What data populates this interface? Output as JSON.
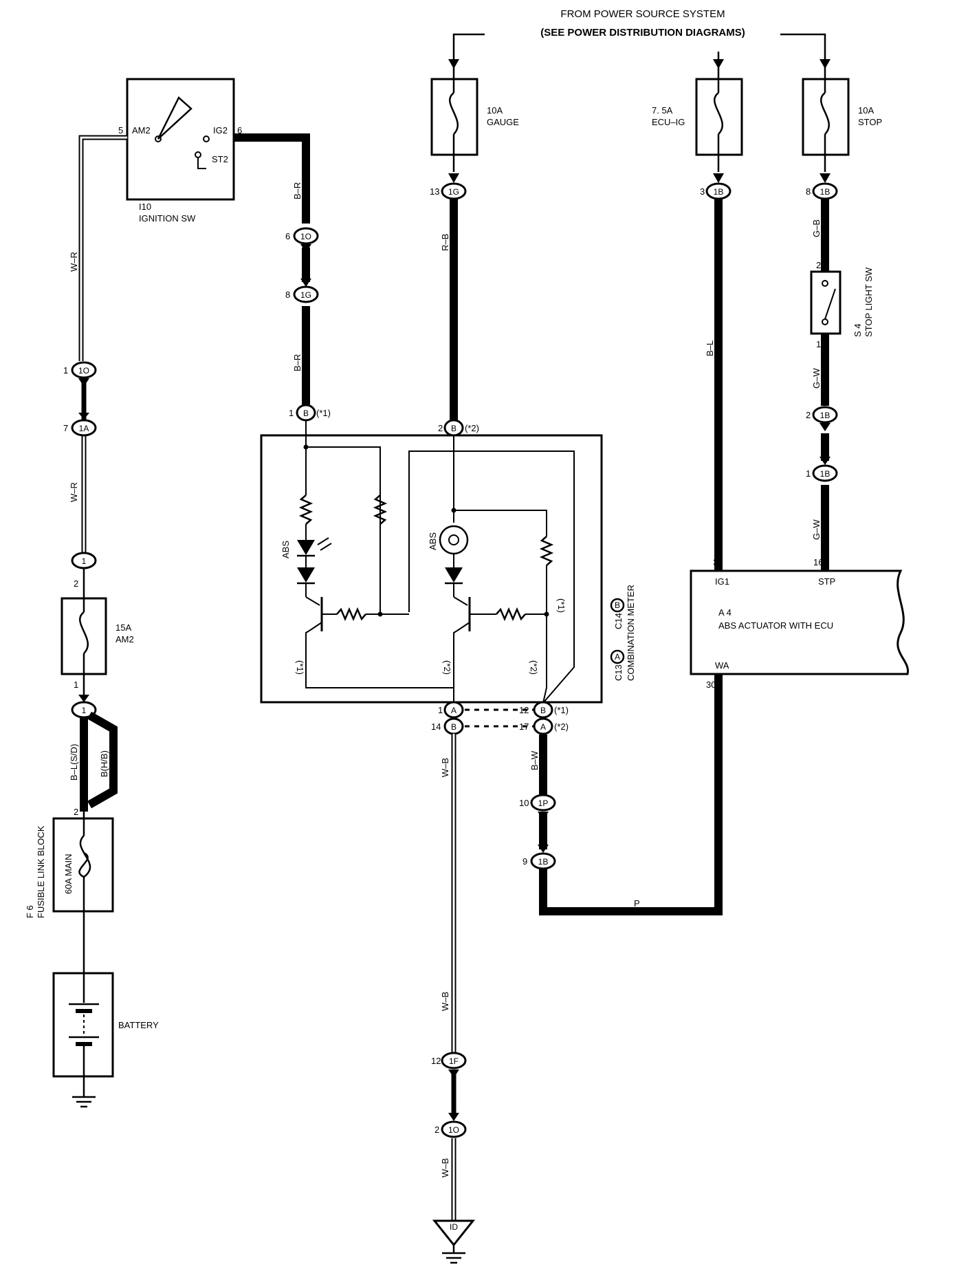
{
  "power_source": {
    "line1": "FROM POWER SOURCE SYSTEM",
    "line2": "(SEE POWER DISTRIBUTION DIAGRAMS)"
  },
  "ignition_switch": {
    "code": "I10",
    "name": "IGNITION SW",
    "pin_am2": "AM2",
    "pin_ig2": "IG2",
    "pin_st2": "ST2",
    "pin_5": "5",
    "pin_6": "6"
  },
  "fuses": {
    "gauge": {
      "rating": "10A",
      "name": "GAUGE"
    },
    "ecu_ig": {
      "rating": "7. 5A",
      "name": "ECU–IG"
    },
    "stop": {
      "rating": "10A",
      "name": "STOP"
    },
    "am2": {
      "rating": "15A",
      "name": "AM2"
    },
    "main": {
      "name": "60A MAIN"
    }
  },
  "fusible_link": {
    "code": "F 6",
    "name": "FUSIBLE LINK BLOCK"
  },
  "battery": {
    "name": "BATTERY"
  },
  "stop_light_sw": {
    "code": "S 4",
    "name": "STOP LIGHT SW",
    "pin_top": "2",
    "pin_bottom": "1"
  },
  "combination_meter": {
    "code_c13": "C13",
    "code_c14": "C14",
    "conn_a": "A",
    "conn_b": "B",
    "name": "COMBINATION METER",
    "abs_led": "ABS",
    "abs_bulb": "ABS",
    "note1": "(*1)",
    "note2": "(*2)"
  },
  "abs_actuator": {
    "code": "A 4",
    "name": "ABS ACTUATOR WITH ECU",
    "pin_ig1": "IG1",
    "pin_stp": "STP",
    "pin_wa": "WA",
    "num_3": "3",
    "num_16": "16",
    "num_30": "30"
  },
  "wires": {
    "w_r_1": "W–R",
    "w_r_2": "W–R",
    "b_r_1": "B–R",
    "b_r_2": "B–R",
    "r_b": "R–B",
    "b_l": "B–L",
    "g_b": "G–B",
    "g_w_1": "G–W",
    "g_w_2": "G–W",
    "b_l_sd": "B–L(S/D)",
    "b_hb": "B(H/B)",
    "w_b_1": "W–B",
    "w_b_2": "W–B",
    "w_b_3": "W–B",
    "b_w": "B–W",
    "p": "P"
  },
  "connectors": {
    "c1": {
      "pin": "1",
      "id": "1O"
    },
    "c2": {
      "pin": "7",
      "id": "1A"
    },
    "c3": {
      "pin": "6",
      "id": "1O"
    },
    "c4": {
      "pin": "8",
      "id": "1G"
    },
    "c5": {
      "pin": "13",
      "id": "1G"
    },
    "c6": {
      "pin": "3",
      "id": "1B"
    },
    "c7": {
      "pin": "8",
      "id": "1B"
    },
    "c8": {
      "pin": "2",
      "id": "1B"
    },
    "c9": {
      "pin": "1",
      "id": "1B"
    },
    "c10": {
      "pin": "1",
      "id": "B",
      "note": "(*1)"
    },
    "c11": {
      "pin": "2",
      "id": "B",
      "note": "(*2)"
    },
    "c12": {
      "pin": "1",
      "id": "A"
    },
    "c13": {
      "pin": "14",
      "id": "B"
    },
    "c14": {
      "pin": "12",
      "id": "B",
      "note": "(*1)"
    },
    "c15": {
      "pin": "17",
      "id": "A",
      "note": "(*2)"
    },
    "c16": {
      "pin": "10",
      "id": "1P"
    },
    "c17": {
      "pin": "9",
      "id": "1B"
    },
    "c18": {
      "pin": "12",
      "id": "1F"
    },
    "c19": {
      "pin": "2",
      "id": "1O"
    },
    "c20": {
      "id": "1"
    },
    "c21": {
      "id": "1"
    },
    "ground": {
      "id": "ID"
    }
  },
  "pin_numbers": {
    "am2_top": "2",
    "am2_bottom": "1",
    "fl_top": "2"
  }
}
